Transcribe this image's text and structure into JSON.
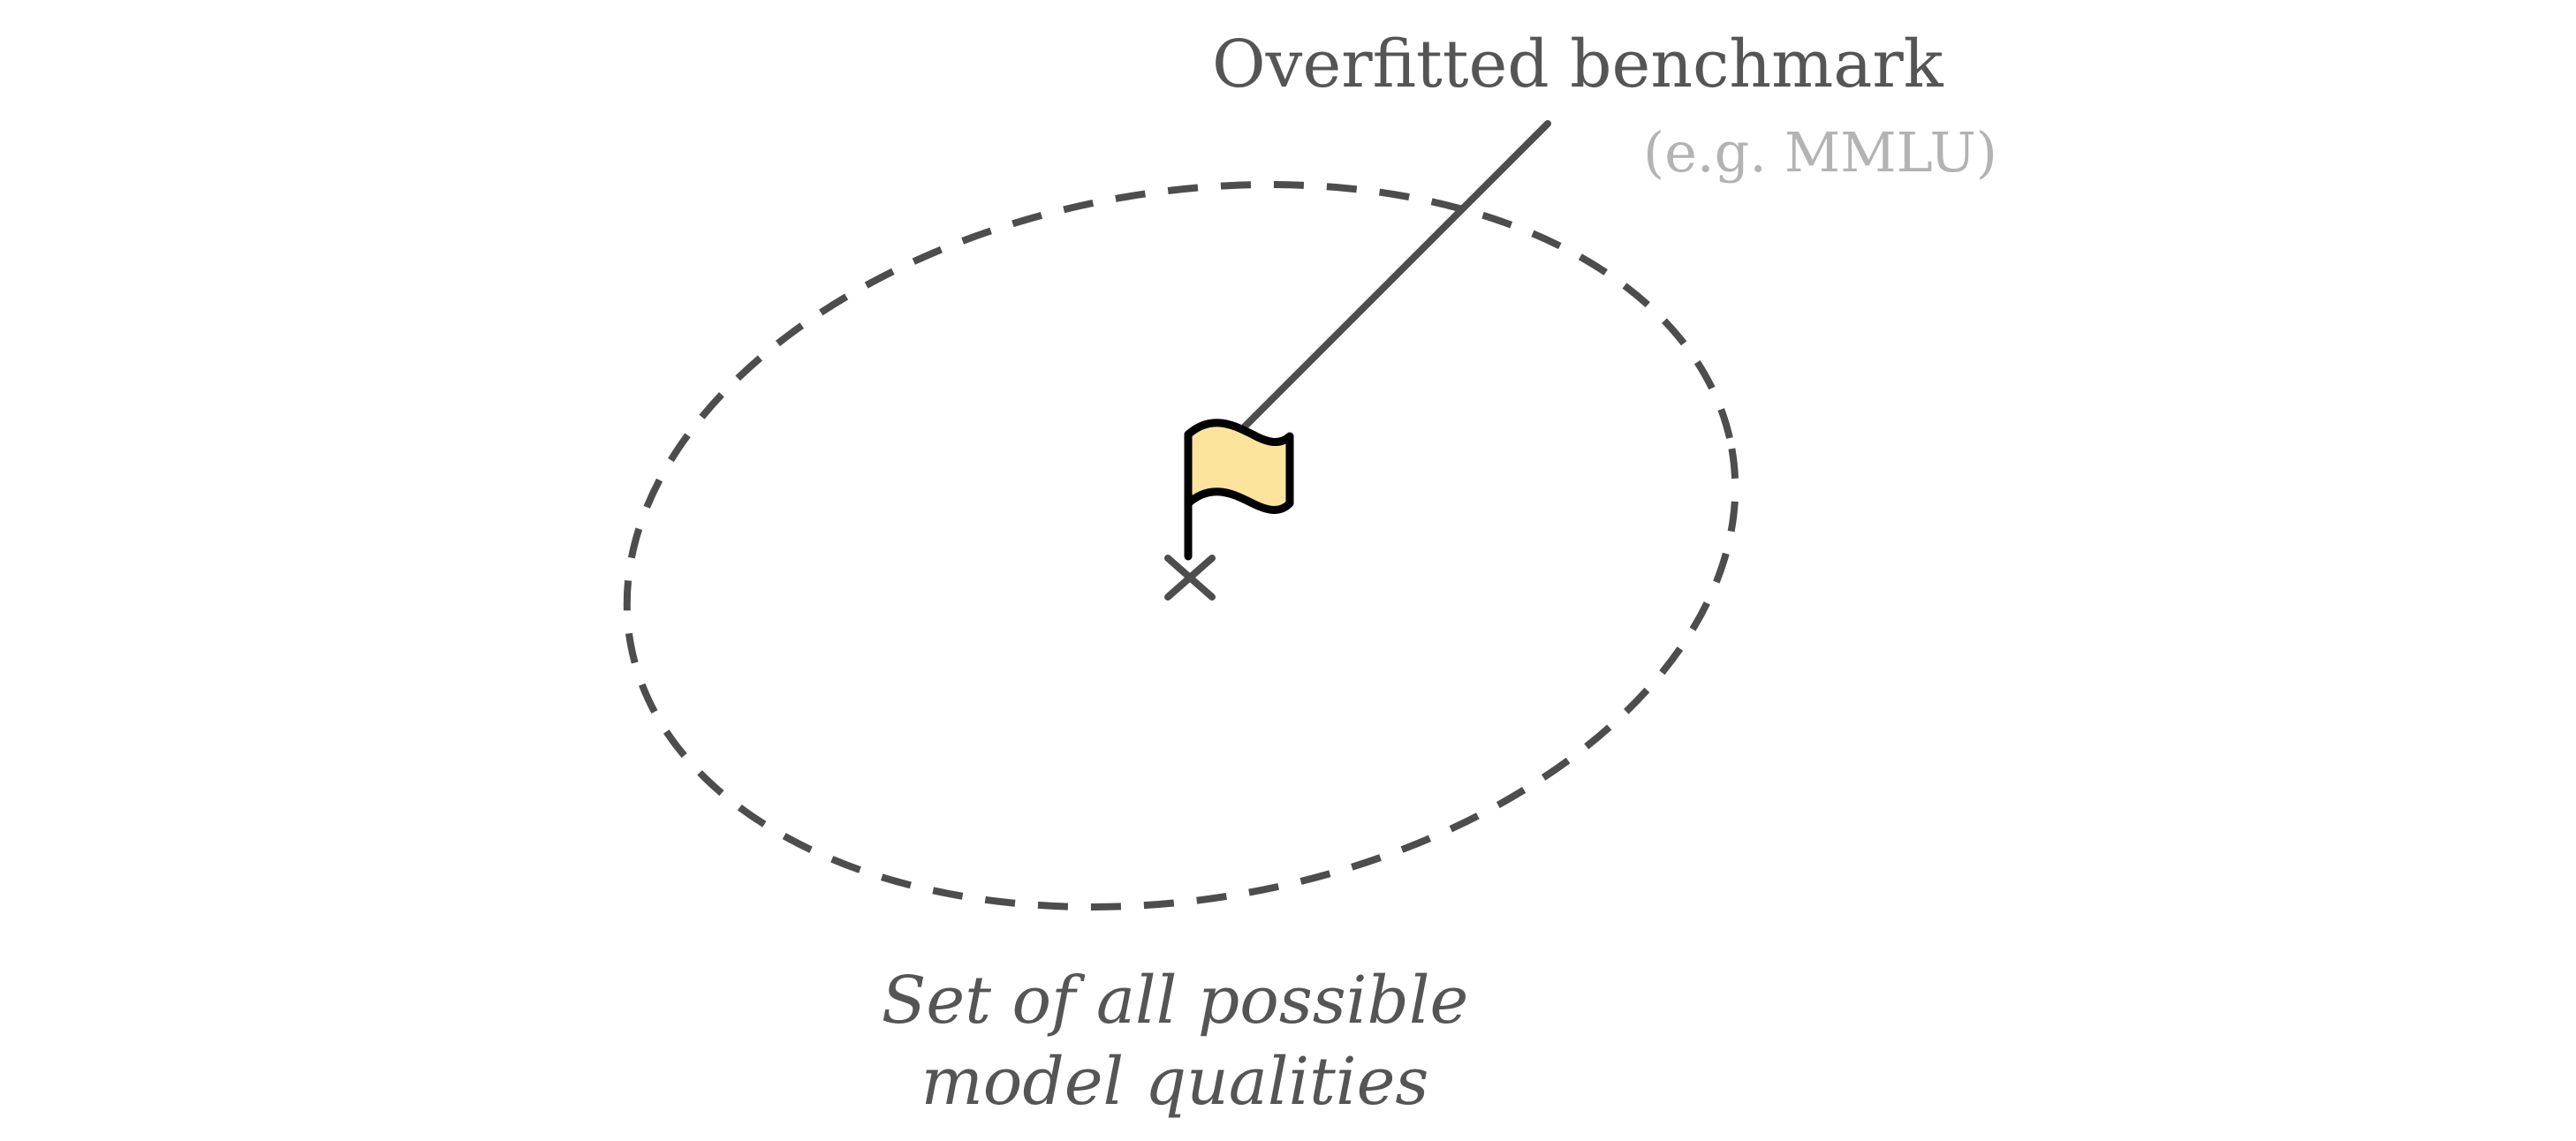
{
  "benchmark": {
    "title": "Overfitted benchmark",
    "example": "(e.g. MMLU)"
  },
  "region": {
    "caption_line1": "Set of all possible",
    "caption_line2": "model qualities"
  },
  "icons": {
    "flag": "flag-icon",
    "target": "x-mark-icon"
  },
  "colors": {
    "stroke": "#4d4d4d",
    "flag_fill": "#fde49c",
    "flag_outline": "#000000",
    "subtle_text": "#b3b3b3"
  }
}
